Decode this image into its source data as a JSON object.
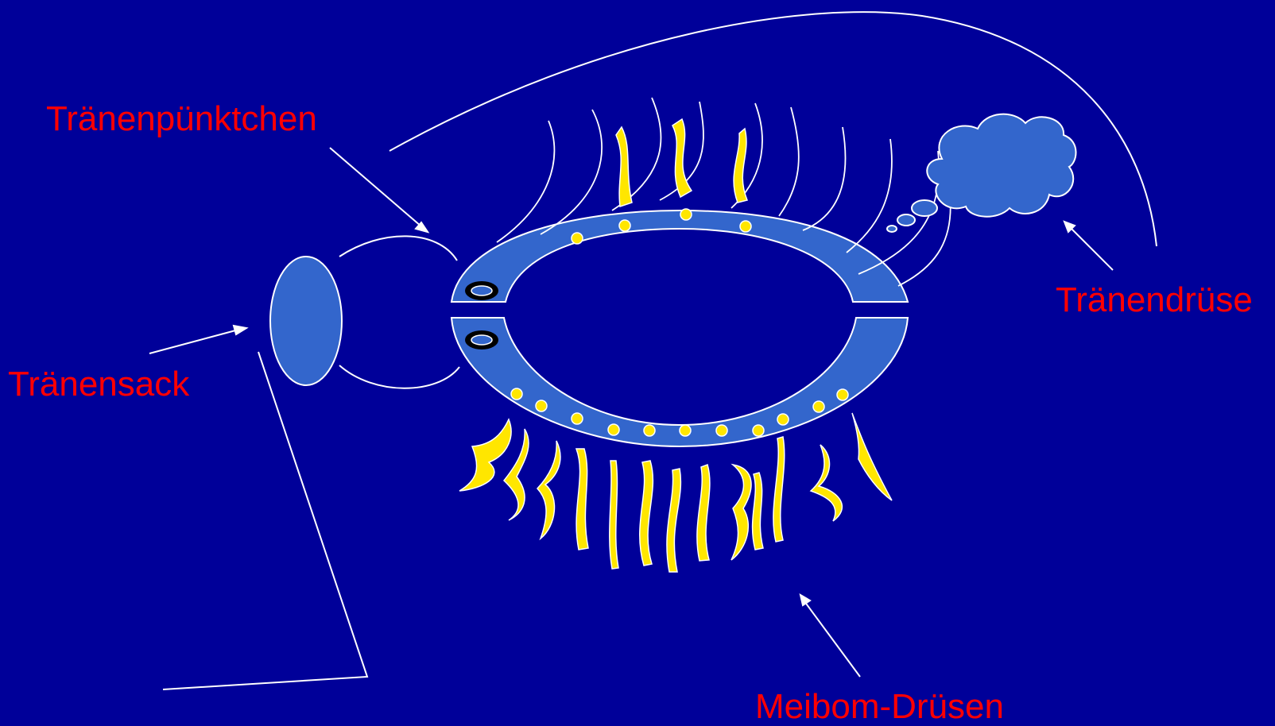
{
  "labels": {
    "punctum": "Tränenpünktchen",
    "sac": "Tränensack",
    "gland": "Tränendrüse",
    "meibom": "Meibom-Drüsen"
  },
  "colors": {
    "background": "#000099",
    "tissue": "#3366cc",
    "stroke": "#ffffff",
    "gland_yellow": "#ffe600",
    "label": "#ff0000"
  }
}
